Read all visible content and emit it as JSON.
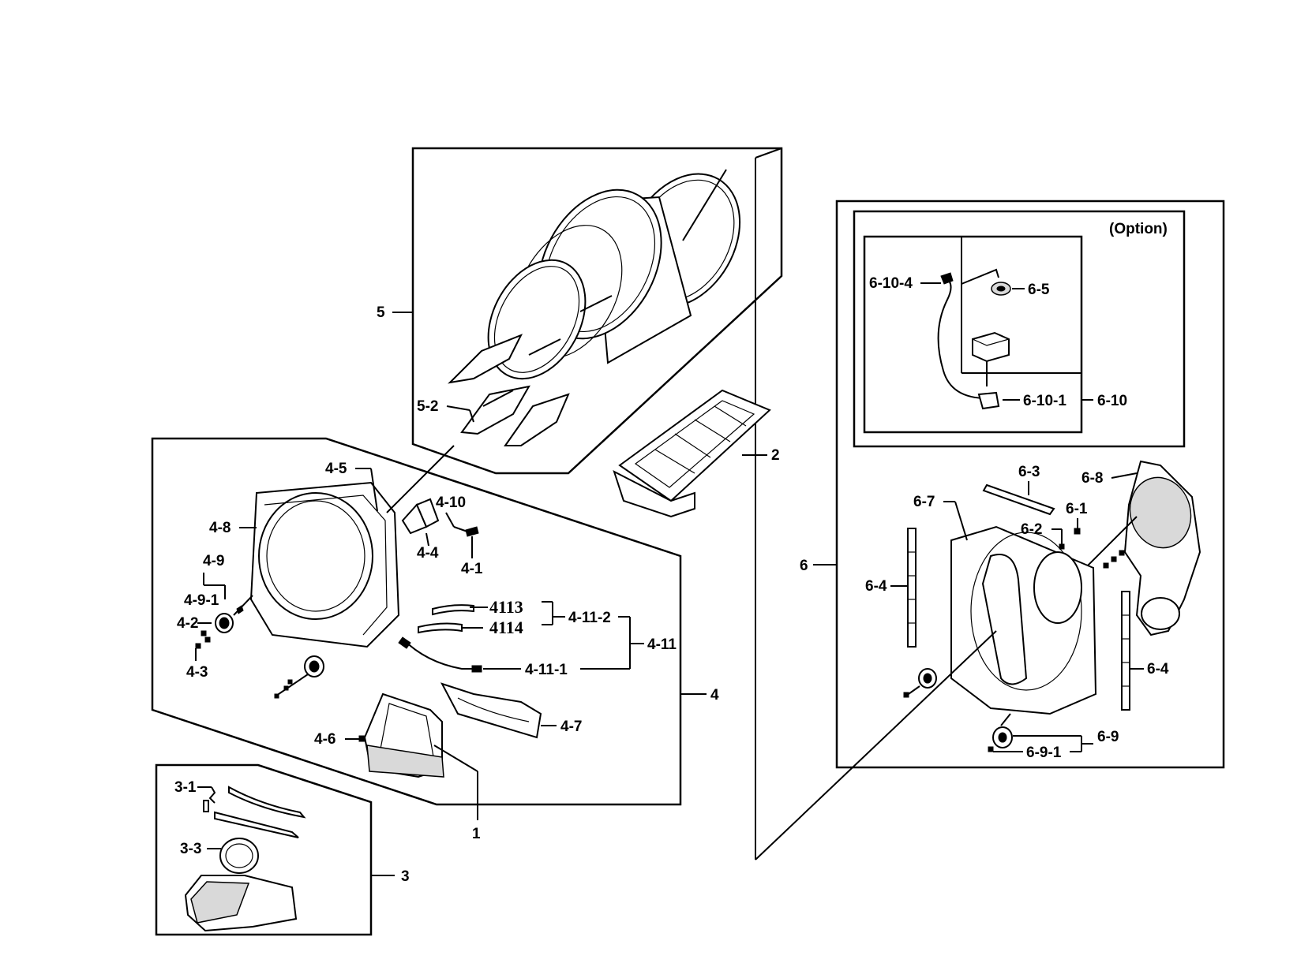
{
  "diagram": {
    "option_caption": "(Option)",
    "labels": {
      "l1": "1",
      "l2": "2",
      "l3": "3",
      "l3_1": "3-1",
      "l3_3": "3-3",
      "l4": "4",
      "l4_1": "4-1",
      "l4_2": "4-2",
      "l4_3": "4-3",
      "l4_4": "4-4",
      "l4_5": "4-5",
      "l4_6": "4-6",
      "l4_7": "4-7",
      "l4_8": "4-8",
      "l4_9": "4-9",
      "l4_9_1": "4-9-1",
      "l4_10": "4-10",
      "l4_11": "4-11",
      "l4_11_1": "4-11-1",
      "l4_11_2": "4-11-2",
      "l4113": "4113",
      "l4114": "4114",
      "l5": "5",
      "l5_2": "5-2",
      "l6": "6",
      "l6_1": "6-1",
      "l6_2": "6-2",
      "l6_3": "6-3",
      "l6_4a": "6-4",
      "l6_4b": "6-4",
      "l6_5": "6-5",
      "l6_7": "6-7",
      "l6_8": "6-8",
      "l6_9": "6-9",
      "l6_9_1": "6-9-1",
      "l6_10": "6-10",
      "l6_10_1": "6-10-1",
      "l6_10_4": "6-10-4"
    }
  }
}
